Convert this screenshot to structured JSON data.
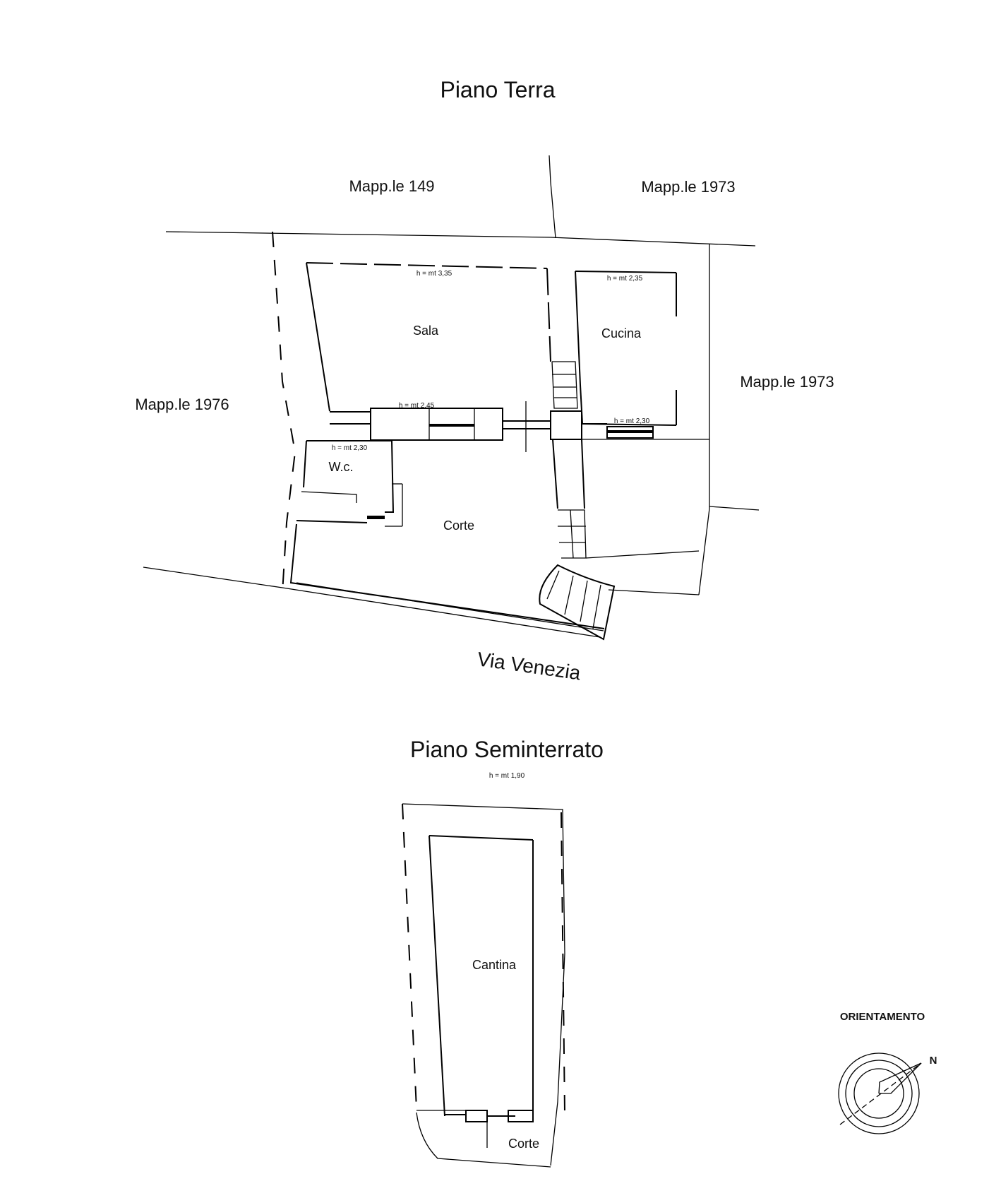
{
  "titles": {
    "ground_floor": "Piano Terra",
    "basement": "Piano Seminterrato"
  },
  "parcels": {
    "top_left": "Mapp.le 149",
    "top_right": "Mapp.le 1973",
    "right": "Mapp.le 1973",
    "left": "Mapp.le 1976"
  },
  "street": "Via Venezia",
  "rooms": {
    "sala": "Sala",
    "cucina": "Cucina",
    "wc": "W.c.",
    "corte": "Corte",
    "cantina": "Cantina",
    "corte_basement": "Corte"
  },
  "heights": {
    "sala": "h = mt 3,35",
    "cucina": "h = mt 2,35",
    "corridor": "h = mt 2,45",
    "cucina_lower": "h = mt 2,30",
    "wc": "h = mt 2,30",
    "basement": "h = mt 1,90"
  },
  "orientation": {
    "label": "ORIENTAMENTO",
    "north": "N"
  }
}
